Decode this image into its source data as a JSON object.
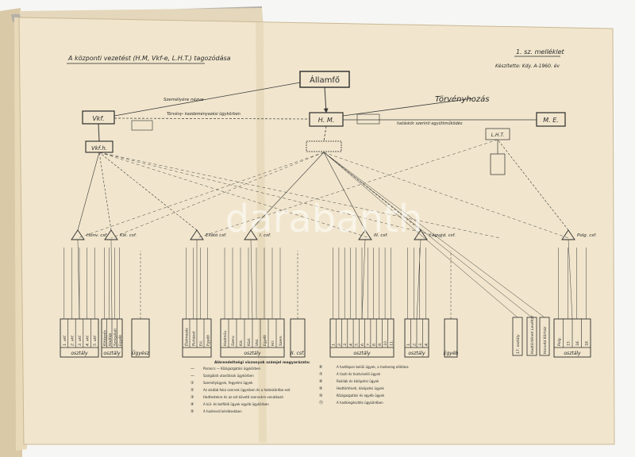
{
  "document": {
    "title": "A központi vezetést (H.M, Vkf-e, L.H.T.) tagozódása",
    "appendix": "1. sz. melléklet",
    "date_note": "Készítette: Kdy. A-1960. év",
    "watermark": "darabanth"
  },
  "nodes": {
    "allamfo": "Államfő",
    "hm": "H. M.",
    "vkf": "Vkf.",
    "vkfh": "Vkf.h.",
    "me": "M. E.",
    "torvenyhozas": "Törvényhozás",
    "lht": "L.H.T."
  },
  "edge_labels": {
    "szemelyi": "Személyére nézve",
    "top_dashed": "Törvény- kezdeményezési ügykörben",
    "right_dashed": "hatáskör szerinti együttműködés"
  },
  "groups": [
    {
      "label": "Honv. csf.",
      "footer": "osztály",
      "cols": [
        "1. vkf.",
        "2. vkf.",
        "3. vkf.",
        "4. vkf.",
        "5. vkf."
      ]
    },
    {
      "label": "Kik. csf.",
      "footer": "osztály",
      "cols": [
        "Kiképzés",
        "Hadtáp",
        "Szolgálati",
        "Egyéb"
      ]
    },
    {
      "label": "",
      "footer": "Ügyész",
      "cols": []
    },
    {
      "label": "Ellátó csf.",
      "footer": "",
      "cols": [
        "Élelmezés",
        "Ruházat",
        "Eü.",
        "Egyéb"
      ]
    },
    {
      "label": "I. csf.",
      "footer": "osztály",
      "cols": [
        "Hadműv.",
        "Szerv.",
        "Kik.",
        "Közl.",
        "Vez.",
        "Egyéb",
        "Hír.",
        "Szem."
      ]
    },
    {
      "label": "",
      "footer": "II. csf.",
      "cols": []
    },
    {
      "label": "III. csf.",
      "footer": "osztály",
      "cols": [
        "1.",
        "2.",
        "3.",
        "4.",
        "5.",
        "6.",
        "7.",
        "8.",
        "9.",
        "10.",
        "11."
      ]
    },
    {
      "label": "Légvéd. csf.",
      "footer": "osztály",
      "cols": [
        "1.",
        "2.",
        "3.",
        "4."
      ]
    },
    {
      "label": "",
      "footer": "Egyéb",
      "cols": []
    },
    {
      "label": "Polg. csf.",
      "footer": "osztály",
      "cols": [
        "Polg.",
        "15.",
        "16.",
        "18."
      ]
    }
  ],
  "right_boxes": [
    "17. osztály",
    "Hadtörténeti Levéltár",
    "Honvéd Kórház"
  ],
  "legend_heading": "Alárendeltségi viszonyok számjel magyarázata:",
  "legend_left": [
    {
      "key": "—",
      "text": "Parancs — Közigazgatási ügykörben"
    },
    {
      "key": "—",
      "text": "Szolgálati utasítások ügykörben"
    },
    {
      "key": "①",
      "text": "Személyügyek, fegyelmi ügyek"
    },
    {
      "key": "②",
      "text": "Az alsóbb fokú szervek ügyeiben és a hatáskörébe eső"
    },
    {
      "key": "③",
      "text": "Hadtestekre és az ezt követő szervekre vonatkozó"
    },
    {
      "key": "④",
      "text": "A kül- és belföldi ügyek egyéb ügykörben"
    },
    {
      "key": "⑤",
      "text": "A hadrendi kérdésekben"
    }
  ],
  "legend_right": [
    {
      "key": "⑥",
      "text": "A hadtápon belüli ügyek, a hadsereg ellátása"
    },
    {
      "key": "⑦",
      "text": "A tiszti és tisztviselői ügyek"
    },
    {
      "key": "⑧",
      "text": "Reáliák és kiképzési ügyek"
    },
    {
      "key": "⑨",
      "text": "Hadtörténeti, kiképzési ügyek"
    },
    {
      "key": "⑩",
      "text": "Közigazgatási és egyéb ügyek"
    },
    {
      "key": "⑪",
      "text": "A hadkiegészítés ügykörében"
    }
  ]
}
